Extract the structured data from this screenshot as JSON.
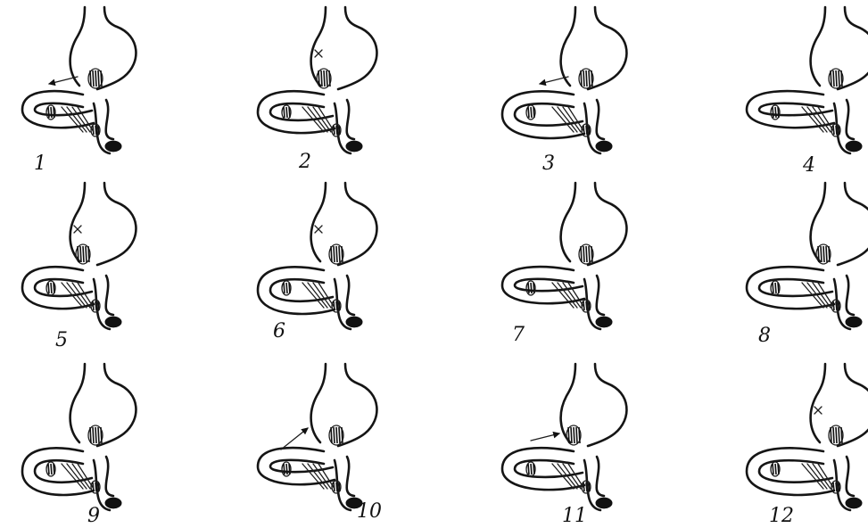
{
  "figure": {
    "panels": [
      {
        "label": "1"
      },
      {
        "label": "2"
      },
      {
        "label": "3"
      },
      {
        "label": "4"
      },
      {
        "label": "5"
      },
      {
        "label": "6"
      },
      {
        "label": "7"
      },
      {
        "label": "8"
      },
      {
        "label": "9"
      },
      {
        "label": "10"
      },
      {
        "label": "11"
      },
      {
        "label": "12"
      }
    ]
  }
}
